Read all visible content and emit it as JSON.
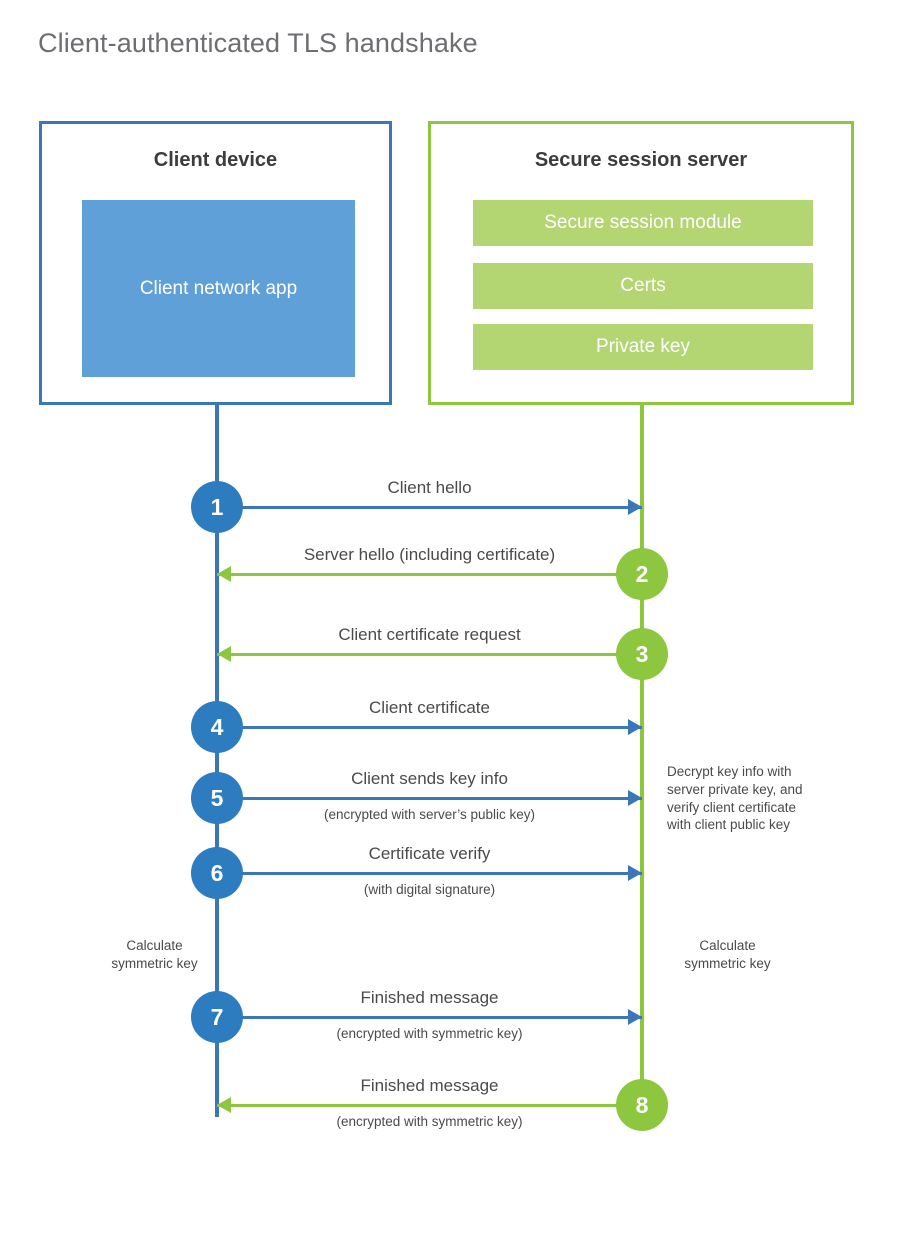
{
  "title": "Client-authenticated TLS handshake",
  "colors": {
    "blue_border": "#3a76b8",
    "blue_fill": "#5fa0d9",
    "blue_circle": "#2e7cc0",
    "green_border": "#8dc63f",
    "green_fill": "#b4d672",
    "green_circle": "#8dc63f",
    "text": "#4a4a4a",
    "title_text": "#6d6e71"
  },
  "client": {
    "title": "Client device",
    "app_label": "Client network app"
  },
  "server": {
    "title": "Secure session server",
    "modules": [
      {
        "label": "Secure session module"
      },
      {
        "label": "Certs"
      },
      {
        "label": "Private key"
      }
    ]
  },
  "notes": {
    "decrypt": "Decrypt key info with\nserver private key, and\nverify client certificate\nwith client public key",
    "client_calc": "Calculate\nsymmetric key",
    "server_calc": "Calculate\nsymmetric key"
  },
  "steps": [
    {
      "number": "1",
      "direction": "client-to-server",
      "color": "blue",
      "label": "Client hello",
      "sublabel": ""
    },
    {
      "number": "2",
      "direction": "server-to-client",
      "color": "green",
      "label": "Server hello (including certificate)",
      "sublabel": ""
    },
    {
      "number": "3",
      "direction": "server-to-client",
      "color": "green",
      "label": "Client certificate request",
      "sublabel": ""
    },
    {
      "number": "4",
      "direction": "client-to-server",
      "color": "blue",
      "label": "Client certificate",
      "sublabel": ""
    },
    {
      "number": "5",
      "direction": "client-to-server",
      "color": "blue",
      "label": "Client sends key info",
      "sublabel": "(encrypted with server’s public key)"
    },
    {
      "number": "6",
      "direction": "client-to-server",
      "color": "blue",
      "label": "Certificate verify",
      "sublabel": "(with digital signature)"
    },
    {
      "number": "7",
      "direction": "client-to-server",
      "color": "blue",
      "label": "Finished message",
      "sublabel": "(encrypted with symmetric key)"
    },
    {
      "number": "8",
      "direction": "server-to-client",
      "color": "green",
      "label": "Finished message",
      "sublabel": "(encrypted with symmetric key)"
    }
  ]
}
